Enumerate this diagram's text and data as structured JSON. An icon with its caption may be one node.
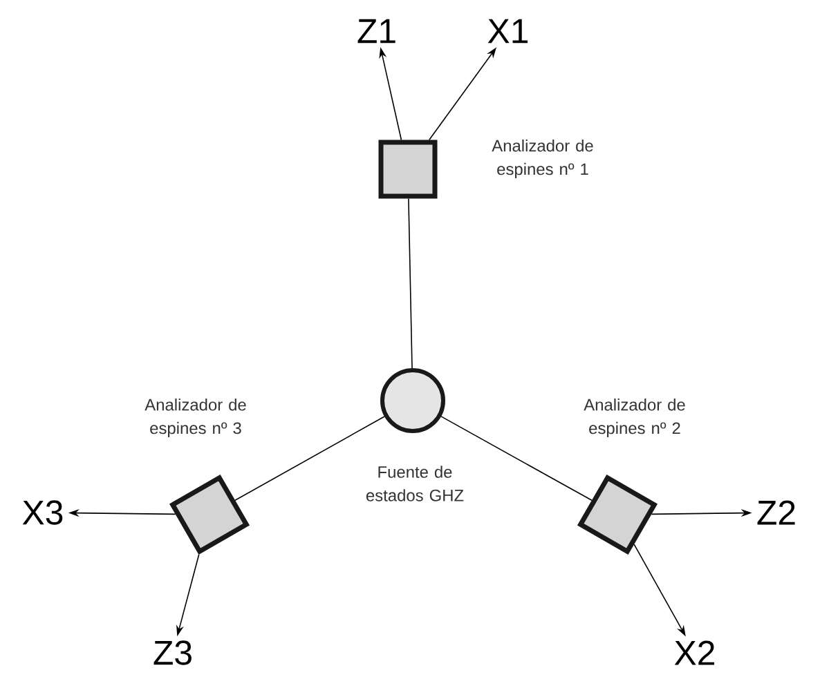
{
  "diagram": {
    "nodes": [
      {
        "text": [
          "Z1"
        ]
      },
      {
        "text": [
          "X1"
        ]
      },
      {
        "text": [],
        "shape": "box",
        "beside": [
          "Analizador de espines nº 1"
        ]
      },
      {
        "text": [],
        "shape": "circle",
        "beside": [
          "Fuente de estados GHZ"
        ]
      },
      {
        "text": [],
        "shape": "box",
        "beside": [
          "Analizador de espines nº 3"
        ]
      },
      {
        "text": [],
        "shape": "box",
        "beside": [
          "Analizador de espines nº 2"
        ]
      },
      {
        "text": [
          "X3"
        ]
      },
      {
        "text": [
          "Z2"
        ]
      },
      {
        "text": [
          "Z3"
        ]
      },
      {
        "text": [
          "X2"
        ]
      }
    ],
    "edges": [
      {
        "from": 3,
        "to": 2,
        "arrow": "none"
      },
      {
        "from": 3,
        "to": 4,
        "arrow": "none"
      },
      {
        "from": 3,
        "to": 5,
        "arrow": "none"
      },
      {
        "from": 2,
        "to": 0,
        "arrow": "to"
      },
      {
        "from": 2,
        "to": 1,
        "arrow": "to"
      },
      {
        "from": 4,
        "to": 6,
        "arrow": "to"
      },
      {
        "from": 4,
        "to": 8,
        "arrow": "to"
      },
      {
        "from": 5,
        "to": 7,
        "arrow": "to"
      },
      {
        "from": 5,
        "to": 9,
        "arrow": "to"
      }
    ]
  }
}
